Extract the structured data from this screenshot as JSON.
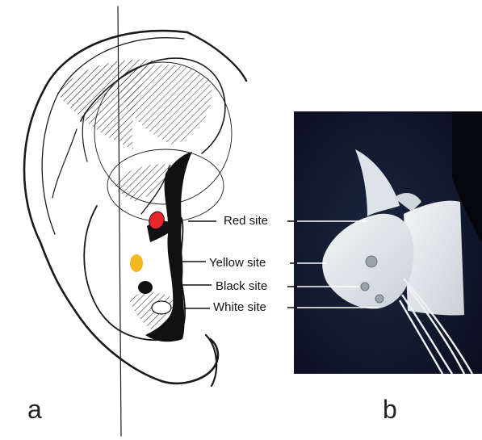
{
  "panels": {
    "a": {
      "letter": "a"
    },
    "b": {
      "letter": "b"
    }
  },
  "sites": [
    {
      "label": "Red site",
      "color": "#e8242c"
    },
    {
      "label": "Yellow site",
      "color": "#f3b722"
    },
    {
      "label": "Black site",
      "color": "#111111"
    },
    {
      "label": "White site",
      "color": "#ffffff"
    }
  ],
  "colors": {
    "ink": "#1a1a1a",
    "photo_background": "#121a2e",
    "device": "#e9edf0"
  }
}
